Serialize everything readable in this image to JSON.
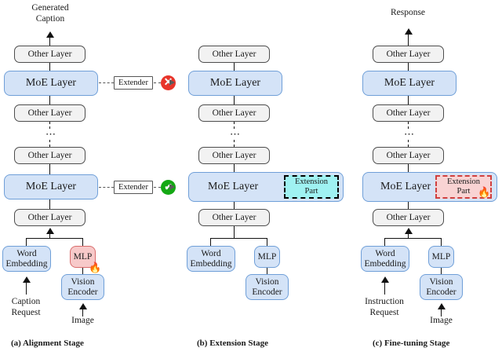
{
  "diagram": {
    "labels": {
      "other_layer": "Other Layer",
      "moe_layer": "MoE Layer",
      "word_embedding": "Word\nEmbedding",
      "word_embedding_line1": "Word",
      "word_embedding_line2": "Embedding",
      "mlp": "MLP",
      "vision_encoder_line1": "Vision",
      "vision_encoder_line2": "Encoder",
      "extender": "Extender",
      "extension_part_line1": "Extension",
      "extension_part_line2": "Part",
      "ellipsis": "⋯",
      "fire_icon": "🔥",
      "cross_mark": "✕",
      "check_mark": "✔"
    },
    "colors": {
      "blue_fill": "#d4e3f7",
      "blue_border": "#6f9fd8",
      "grey_fill": "#f2f2f2",
      "grey_border": "#4d4d4d",
      "pink_fill": "#f7c9c9",
      "pink_border": "#d96c6c",
      "cyan_fill": "#9ff2f2",
      "ext_pink_fill": "#f9d3d3",
      "ext_pink_border": "#d0403f",
      "badge_red": "#e8342a",
      "badge_green": "#14a814"
    },
    "stages": [
      {
        "id": "a",
        "caption": "(a) Alignment Stage",
        "output_line1": "Generated",
        "output_line2": "Caption",
        "input_text_line1": "Caption",
        "input_text_line2": "Request",
        "input_image": "Image",
        "extender_top_status": "cross",
        "extender_bottom_status": "check",
        "mlp_trainable": true,
        "has_extension_part": false
      },
      {
        "id": "b",
        "caption": "(b) Extension Stage",
        "output_line1": "",
        "output_line2": "",
        "input_text_line1": "",
        "input_text_line2": "",
        "input_image": "",
        "mlp_trainable": false,
        "has_extension_part": true,
        "extension_part_style": "cyan"
      },
      {
        "id": "c",
        "caption": "(c) Fine-tuning Stage",
        "output_line1": "Response",
        "output_line2": "",
        "input_text_line1": "Instruction",
        "input_text_line2": "Request",
        "input_image": "Image",
        "mlp_trainable": false,
        "has_extension_part": true,
        "extension_part_style": "pink",
        "extension_part_trainable": true
      }
    ]
  }
}
